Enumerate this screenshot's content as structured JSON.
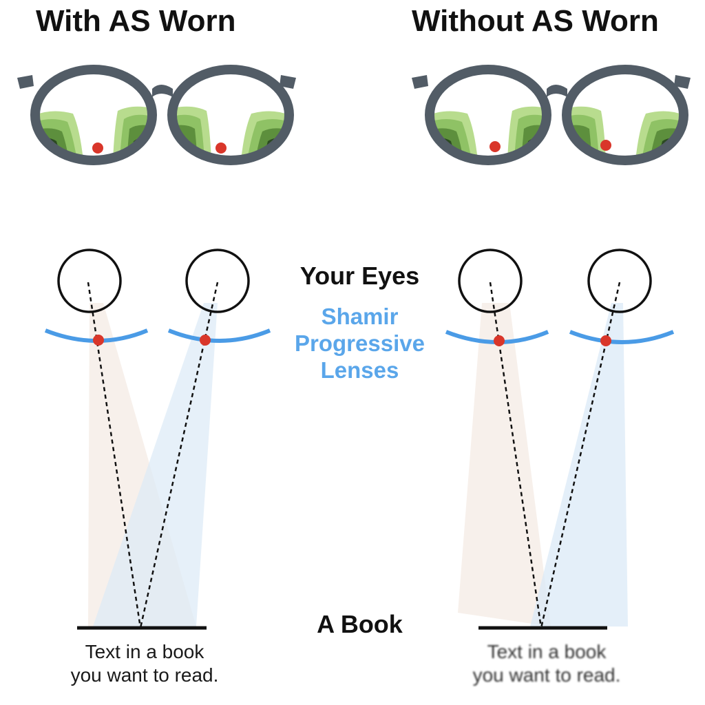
{
  "titles": {
    "with_as": "With AS Worn",
    "without_as": "Without AS Worn"
  },
  "labels": {
    "your_eyes": "Your Eyes",
    "lenses_line1": "Shamir",
    "lenses_line2": "Progressive",
    "lenses_line3": "Lenses",
    "book": "A Book"
  },
  "captions": {
    "line1": "Text in a book",
    "line2": "you want to read."
  },
  "colors": {
    "frame": "#525c66",
    "lens_blue": "#4a9be6",
    "lens_label_blue": "#5aa6ea",
    "pupil_dot": "#d9362a",
    "left_eye_field": "#f6ede8",
    "right_eye_field": "#dbe9f7",
    "map_dark": "#101010",
    "map_green": "#8fc265",
    "map_light_green": "#b8dc8e"
  },
  "icons": [
    "eyeglasses-icon",
    "eye-circle-icon",
    "lens-arc-icon",
    "book-line-icon"
  ]
}
